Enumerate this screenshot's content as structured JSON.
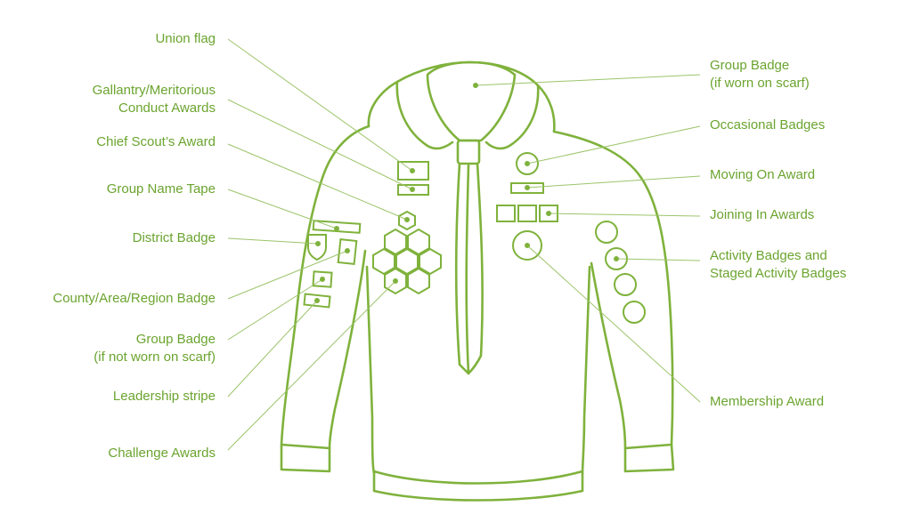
{
  "colors": {
    "accent": "#6ba42f",
    "line": "#8fbf5a"
  },
  "labels": {
    "union_flag": [
      "Union flag"
    ],
    "gallantry": [
      "Gallantry/Meritorious",
      "Conduct Awards"
    ],
    "chief_scout": [
      "Chief Scout’s Award"
    ],
    "group_name_tape": [
      "Group Name Tape"
    ],
    "district_badge": [
      "District Badge"
    ],
    "county_badge": [
      "County/Area/Region Badge"
    ],
    "group_badge_sleeve": [
      "Group Badge",
      "(if not worn on scarf)"
    ],
    "leadership_stripe": [
      "Leadership stripe"
    ],
    "challenge_awards": [
      "Challenge Awards"
    ],
    "group_badge_scarf": [
      "Group Badge",
      "(if worn on scarf)"
    ],
    "occasional_badges": [
      "Occasional Badges"
    ],
    "moving_on_award": [
      "Moving On Award"
    ],
    "joining_in_awards": [
      "Joining In Awards"
    ],
    "activity_badges": [
      "Activity Badges and",
      "Staged Activity Badges"
    ],
    "membership_award": [
      "Membership Award"
    ]
  }
}
